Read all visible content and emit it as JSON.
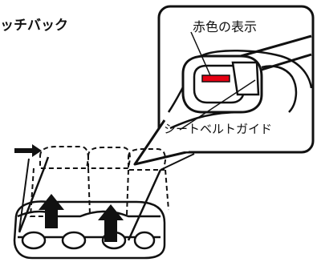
{
  "header": {
    "title_fragment": "ッチバック"
  },
  "callout": {
    "indicator_label": "赤色の表示",
    "belt_guide_label": "シートベルトガイド",
    "indicator_color": "#e60012"
  },
  "colors": {
    "line": "#111111",
    "background": "#ffffff",
    "seat_outline_dashed": "#111111"
  }
}
